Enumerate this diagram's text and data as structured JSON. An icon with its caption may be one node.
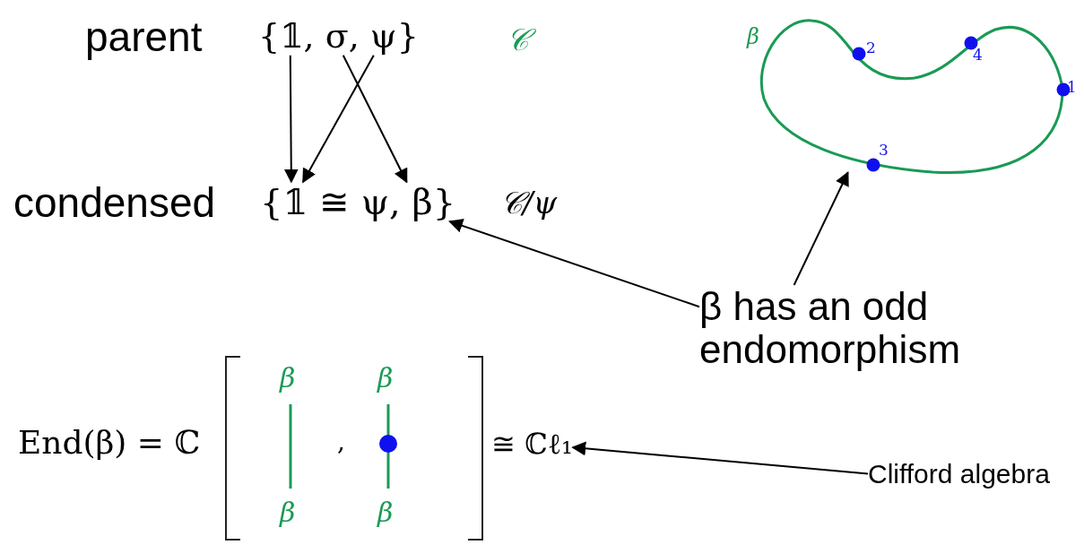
{
  "diagram": {
    "nodes": [
      {
        "text": [
          "{𝟙, σ, ψ}"
        ]
      },
      {
        "text": [
          "{𝟙 ≅ ψ, β}"
        ]
      },
      {
        "text": [],
        "shape": "picture",
        "beside": [
          "β"
        ]
      },
      {
        "text": [
          "β has an odd endomorphism"
        ]
      },
      {
        "text": [
          "≅ ℂℓ₁"
        ]
      },
      {
        "text": [
          "Clifford algebra"
        ]
      }
    ],
    "edges": [
      {
        "from": 0,
        "to": 1,
        "arrow": "to"
      },
      {
        "from": 0,
        "to": 1,
        "arrow": "to"
      },
      {
        "from": 0,
        "to": 1,
        "arrow": "to"
      },
      {
        "from": 3,
        "to": 1,
        "arrow": "to"
      },
      {
        "from": 3,
        "to": 2,
        "arrow": "to"
      },
      {
        "from": 5,
        "to": 4,
        "arrow": "to"
      }
    ],
    "labels": [
      "parent",
      "𝒞",
      "2",
      "4",
      "1",
      "3",
      "condensed",
      "𝒞/ψ",
      "End(β) = ℂ",
      "β",
      "β",
      ",",
      "β",
      "β"
    ]
  }
}
